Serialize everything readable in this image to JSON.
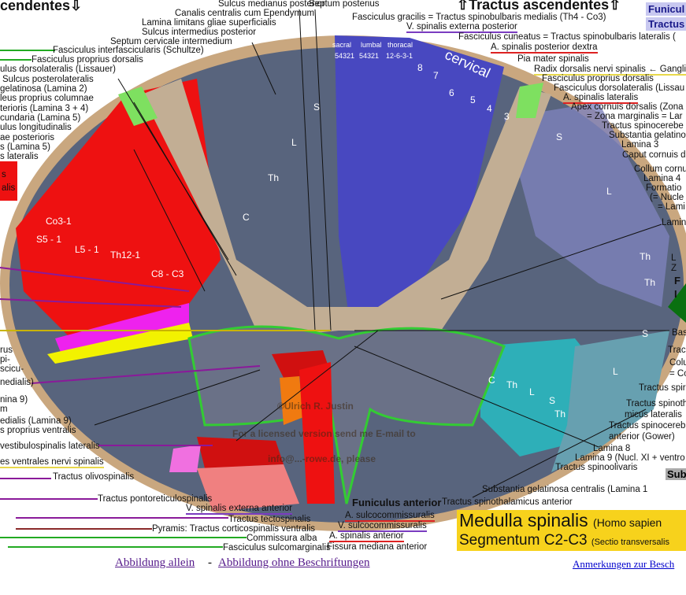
{
  "headers": {
    "left": "cendentes⇩",
    "right": "⇧Tractus ascendentes⇧",
    "funiculus": "Funicul",
    "tractus": "Tractus"
  },
  "labels": [
    "Sulcus medianus posterior",
    "Septum posterius",
    "Canalis centralis cum Ependymum",
    "Lamina limitans gliae superficialis",
    "Sulcus intermedius posterior",
    "Septum cervicale intermedium",
    "Fasciculus interfascicularis (Schultze)",
    "Fasciculus proprius dorsalis",
    "ulus dorsolateralis (Lissauer)",
    "Sulcus posterolateralis",
    "gelatinosa (Lamina 2)",
    "leus proprius columnae",
    "terioris (Lamina 3 + 4)",
    "cundaria (Lamina 5)",
    "ulus longitudinalis",
    "ae posterioris",
    "s (Lamina 5)",
    "s lateralis",
    "Fasciculus gracilis = Tractus spinobulbaris medialis (Th4 - Co3)",
    "V. spinalis externa posterior",
    "Fasciculus cuneatus = Tractus spinobulbaris lateralis (",
    "A. spinalis posterior dextra",
    "Pia mater spinalis",
    "Radix dorsalis nervi spinalis ← Ganglio",
    "Fasciculus proprius dorsalis",
    "Fasciculus dorsolateralis (Lissau",
    "A. spinalis lateralis",
    "Apex cornuis dorsalis (Zona",
    "= Zona marginalis = Lar",
    "Tractus spinocerebe",
    "Substantia gelatino",
    "Lamina 3",
    "Caput cornuis d",
    "Collum cornu",
    "Lamina 4",
    "Formatio",
    "(= Nucle",
    "= Lami",
    "Lamin",
    "L",
    "Z",
    "F",
    "I",
    "Bas",
    "Trac",
    "Colu",
    "= Co",
    "Tractus spir",
    "Tractus spinoth",
    "micus lateralis",
    "Tractus spinocereb",
    "anterior (Gower)",
    "Lamina 8",
    "Lamina 9 (Nucl. XI + ventro",
    "Tractus spinoolivaris",
    "Substantia gelatinosa centralis (Lamina 1",
    "Funiculus anterior",
    "Tractus spinothalamicus anterior",
    "A. sulcocommissuralis",
    "V. sulcocommissuralis",
    "A. spinalis anterior",
    "Fissura mediana anterior",
    "Tractus pontoreticulospinalis",
    "V. spinalis externa anterior",
    "Tractus tectospinalis",
    "Pyramis: Tractus corticospinalis ventralis",
    "Commissura alba",
    "Fasciculus sulcomarginalis",
    "rus",
    "pi-",
    "scicu-",
    "nedialis)",
    "nina 9)",
    "m",
    "edialis (Lamina 9)",
    "s proprius ventralis",
    "vestibulospinalis lateralis",
    "es ventrales nervi spinalis",
    "Tractus olivospinalis",
    "s",
    "alis"
  ],
  "segments": [
    "cervical",
    "8",
    "7",
    "6",
    "5",
    "4",
    "3",
    "sacral",
    "lumbal",
    "thoracal",
    "54321",
    "54321",
    "12-6-3-1",
    "S",
    "L",
    "Th",
    "C",
    "Co3-1",
    "S5 - 1",
    "L5 - 1",
    "Th12-1",
    "C8 - C3",
    "C",
    "Th",
    "L",
    "S",
    "Th",
    "S",
    "L",
    "Th",
    "S",
    "L",
    "Th"
  ],
  "watermark": [
    "©Ulrich R. Justin",
    "For a licensed version send me E-mail to",
    "info@...-rowe.de, please"
  ],
  "title": {
    "main": "Medulla spinalis",
    "species": "(Homo sapien",
    "segment": "Segmentum C2-C3",
    "section": "(Sectio transversalis"
  },
  "sub_label": "Sub",
  "links": {
    "alone": "Abbildung allein",
    "separator": "-",
    "no_labels": "Abbildung ohne Beschriftungen",
    "notes": "Anmerkungen zur Besch"
  }
}
